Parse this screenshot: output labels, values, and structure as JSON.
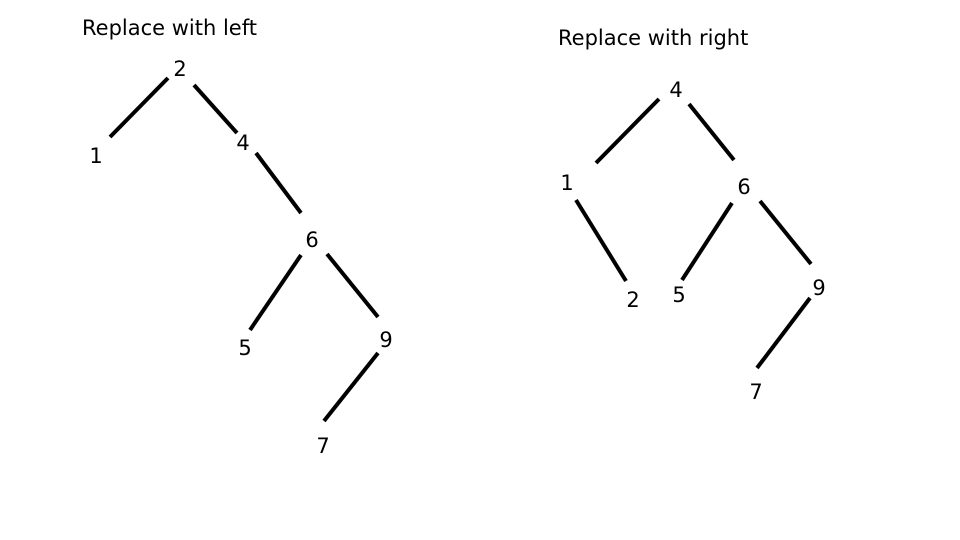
{
  "diagrams": [
    {
      "title": "Replace with left",
      "nodes": [
        {
          "id": "l2",
          "label": "2"
        },
        {
          "id": "l1",
          "label": "1"
        },
        {
          "id": "l4",
          "label": "4"
        },
        {
          "id": "l6",
          "label": "6"
        },
        {
          "id": "l5",
          "label": "5"
        },
        {
          "id": "l9",
          "label": "9"
        },
        {
          "id": "l7",
          "label": "7"
        }
      ],
      "edges": [
        [
          "l2",
          "l1"
        ],
        [
          "l2",
          "l4"
        ],
        [
          "l4",
          "l6"
        ],
        [
          "l6",
          "l5"
        ],
        [
          "l6",
          "l9"
        ],
        [
          "l9",
          "l7"
        ]
      ]
    },
    {
      "title": "Replace with right",
      "nodes": [
        {
          "id": "r4",
          "label": "4"
        },
        {
          "id": "r1",
          "label": "1"
        },
        {
          "id": "r6",
          "label": "6"
        },
        {
          "id": "r2",
          "label": "2"
        },
        {
          "id": "r5",
          "label": "5"
        },
        {
          "id": "r9",
          "label": "9"
        },
        {
          "id": "r7",
          "label": "7"
        }
      ],
      "edges": [
        [
          "r4",
          "r1"
        ],
        [
          "r4",
          "r6"
        ],
        [
          "r1",
          "r2"
        ],
        [
          "r6",
          "r5"
        ],
        [
          "r6",
          "r9"
        ],
        [
          "r9",
          "r7"
        ]
      ]
    }
  ]
}
